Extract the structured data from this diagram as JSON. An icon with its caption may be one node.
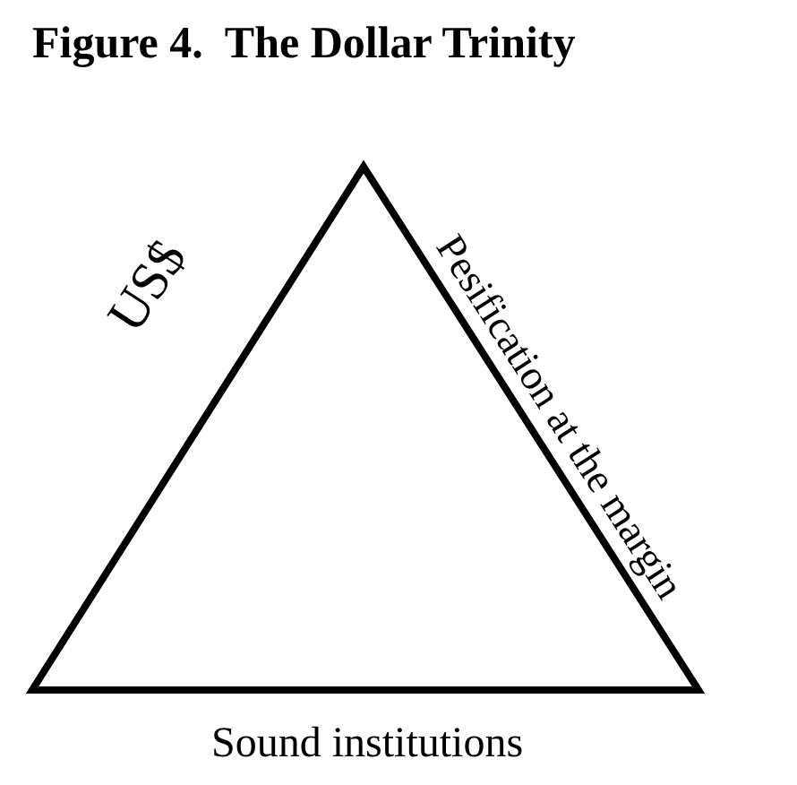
{
  "diagram": {
    "title": "Figure 4.  The Dollar Trinity",
    "labels": [
      "US$",
      "Pesification at the margin",
      "Sound institutions"
    ]
  }
}
